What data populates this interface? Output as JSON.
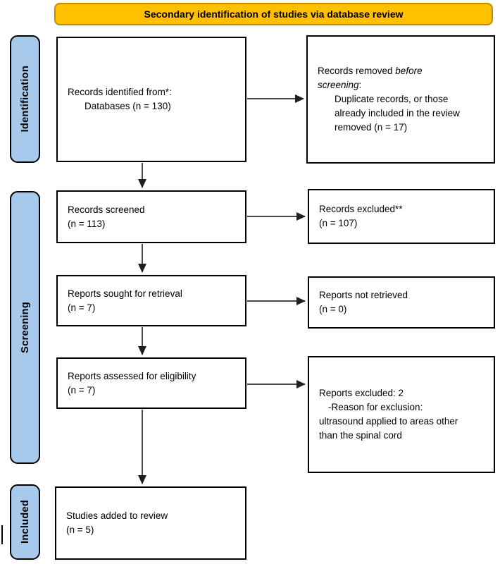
{
  "title": {
    "text": "Secondary identification of studies via database review",
    "fill_color": "#FFC000",
    "border_color": "#BF8F00",
    "text_color": "#000000"
  },
  "stages": {
    "fill_color": "#A6C9EC",
    "border_color": "#000000",
    "items": [
      {
        "label": "Identification"
      },
      {
        "label": "Screening"
      },
      {
        "label": "Included"
      }
    ]
  },
  "boxes": {
    "records_identified": {
      "line1": "Records identified from*:",
      "line2": "Databases (n = 130)"
    },
    "records_removed": {
      "intro_normal": "Records removed ",
      "intro_italic1": "before",
      "intro_italic2": "screening",
      "intro_punct": ":",
      "detail_lines": [
        "Duplicate records, or those",
        "already included in the review",
        "removed (n = 17)"
      ]
    },
    "records_screened": {
      "line1": "Records screened",
      "line2": "(n = 113)"
    },
    "records_excluded": {
      "line1": "Records excluded**",
      "line2": "(n = 107)"
    },
    "reports_sought": {
      "line1": "Reports sought for retrieval",
      "line2": "(n = 7)"
    },
    "reports_not_retrieved": {
      "line1": "Reports not retrieved",
      "line2": "(n = 0)"
    },
    "reports_assessed": {
      "line1": "Reports assessed for eligibility",
      "line2": "(n = 7)"
    },
    "reports_excluded_reason": {
      "line1": "Reports excluded: 2",
      "line2": "-Reason for exclusion:",
      "line3": "ultrasound applied to areas other",
      "line4": "than the spinal cord"
    },
    "studies_added": {
      "line1": "Studies added to review",
      "line2": "(n = 5)"
    }
  },
  "arrows": {
    "color": "#2d2d2d"
  }
}
